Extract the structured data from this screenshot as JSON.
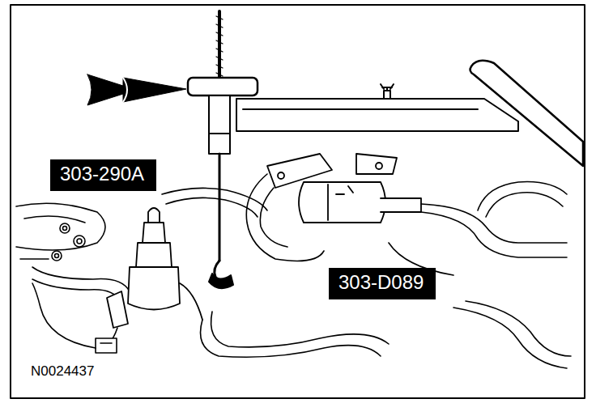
{
  "diagram": {
    "nodes": [
      {
        "text": [
          "303-290A"
        ]
      },
      {
        "text": [
          "303-D089"
        ]
      }
    ],
    "labels": [
      "N0024437"
    ]
  }
}
